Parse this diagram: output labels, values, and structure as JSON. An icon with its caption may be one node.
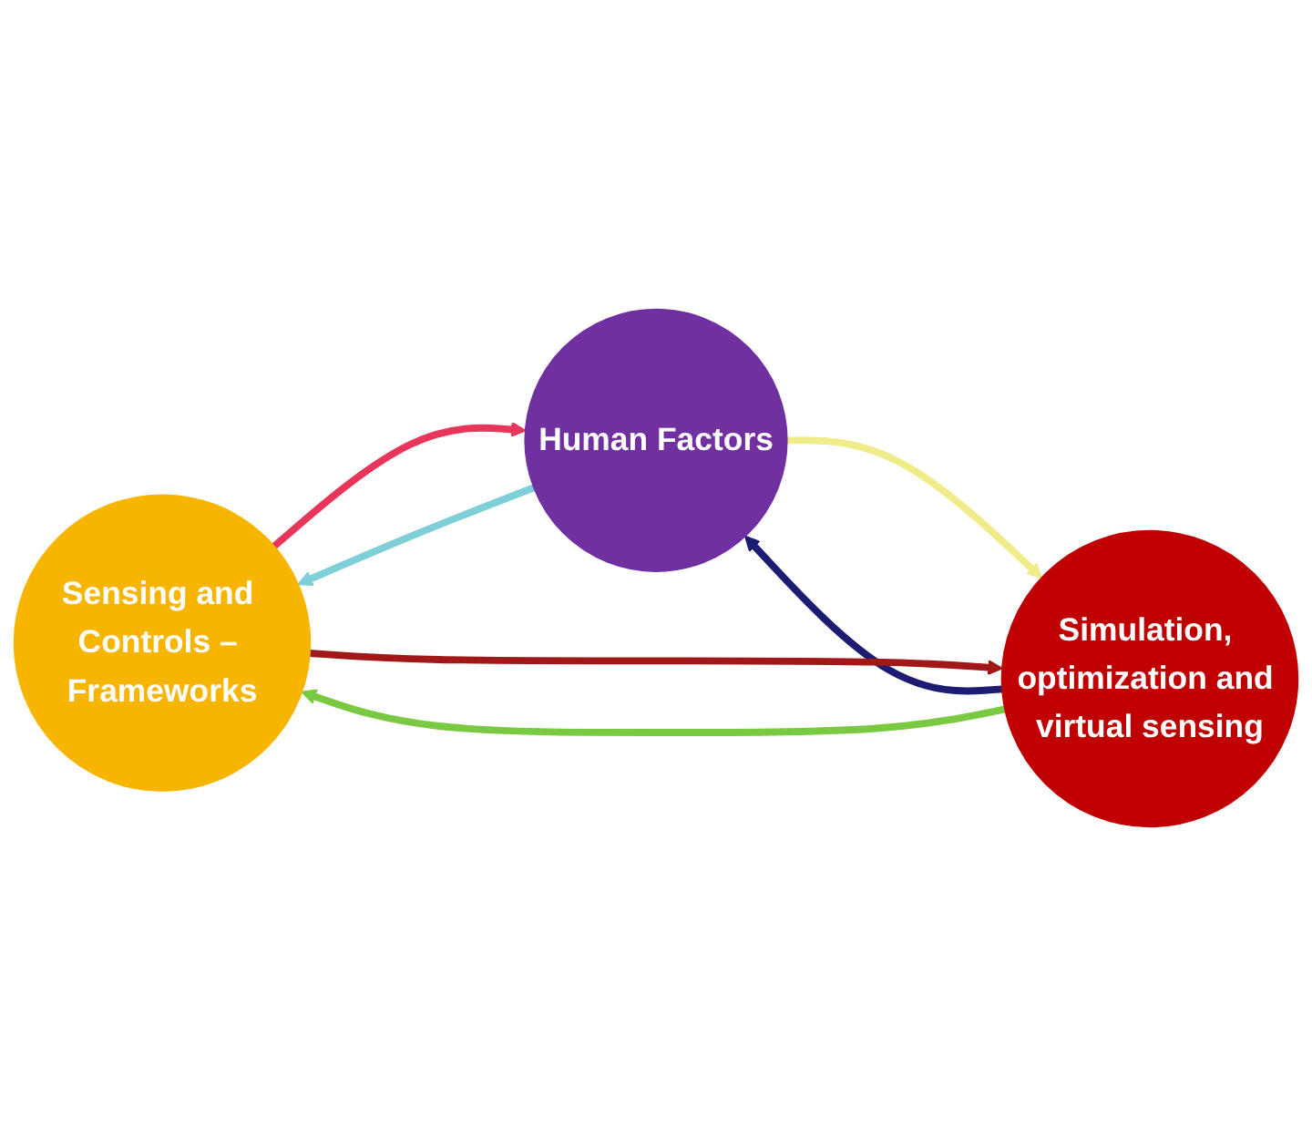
{
  "diagram": {
    "nodes": [
      {
        "text": [
          "Sensing and Controls – Frameworks"
        ]
      },
      {
        "text": [
          "Human Factors"
        ]
      },
      {
        "text": [
          "Simulation, optimization and virtual sensing"
        ]
      }
    ],
    "edges": [
      {
        "from": 0,
        "to": 1,
        "arrow": "to",
        "color": "#e8365a"
      },
      {
        "from": 1,
        "to": 0,
        "arrow": "to",
        "color": "#7ecfd8"
      },
      {
        "from": 2,
        "to": 1,
        "arrow": "to",
        "color": "#1c1c72"
      },
      {
        "from": 1,
        "to": 2,
        "arrow": "to",
        "color": "#f0ec8a"
      },
      {
        "from": 2,
        "to": 0,
        "arrow": "to",
        "color": "#7ac943"
      },
      {
        "from": 0,
        "to": 2,
        "arrow": "to",
        "color": "#a01818"
      }
    ]
  }
}
